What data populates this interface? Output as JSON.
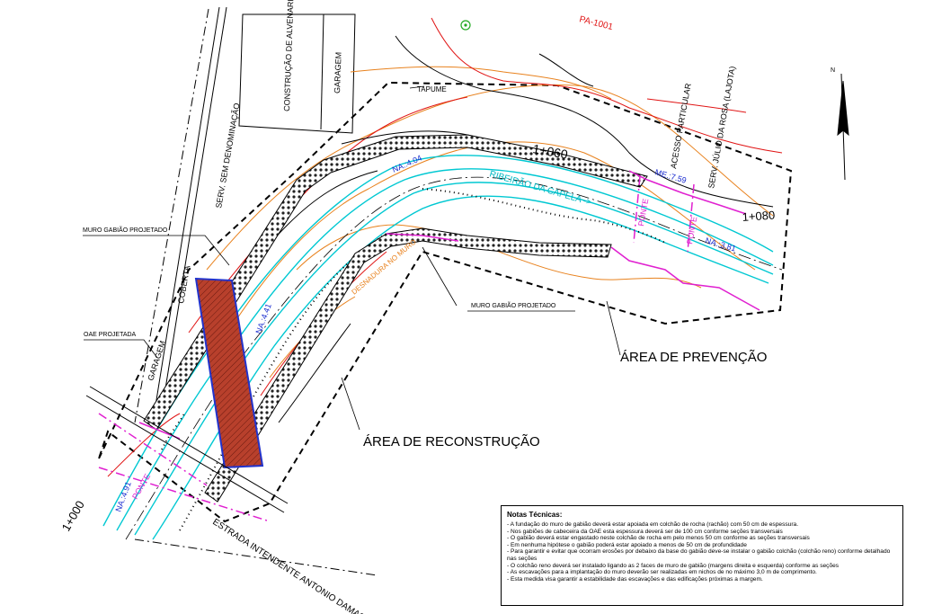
{
  "labels": {
    "construcao": "CONSTRUÇÃO DE ALVENARIA",
    "garagem_top": "GARAGEM",
    "serv_sem_denominacao": "SERV. SEM DENOMINAÇÃO",
    "tapume": "TAPUME",
    "pa_1001": "PA-1001",
    "acesso_particular": "ACESSO PARTICULAR",
    "serv_julio": "SERV. JÚLIO DA ROSA (LAJOTA)",
    "station_1060": "1+060",
    "station_1080": "1+080",
    "station_1000": "1+000",
    "ribeirao": "RIBEIRÃO DA CAPELA ->",
    "na_404": "NA.:4.04",
    "na_381": "NA.:3.81",
    "na_441": "NA.:4.41",
    "na_491": "NA.:4.91",
    "me_759": "ME.:7.59",
    "ponte_a": "PONTE",
    "ponte_b": "PONTE",
    "ponte_c": "PONTE",
    "muro_gabiao_left": "MURO GABIÃO PROJETADO",
    "muro_gabiao_center": "MURO GABIÃO PROJETADO",
    "oae_projetada": "OAE PROJETADA",
    "coberta": "COBERTA",
    "garagem_left": "GARAGEM",
    "desnatura": "DESNADURA NO MURO",
    "area_prevencao": "ÁREA DE PREVENÇÃO",
    "area_reconstrucao": "ÁREA DE RECONSTRUÇÃO",
    "estrada": "ESTRADA INTENDENTE ANTONIO DAMASCO",
    "north": "N"
  },
  "notes": {
    "title": "Notas Técnicas:",
    "items": [
      "- A fundação do muro de gabião deverá estar apoiada em colchão de rocha (rachão) com 50 cm de espessura.",
      "- Nos gabiões de cabeceira da OAE esta espessura deverá ser de 100 cm conforme seções transversais",
      "- O gabião deverá estar engastado neste colchão de rocha em pelo menos 50 cm conforme as seções transversais",
      "- Em nenhuma hipótese o gabião poderá estar apoiado a menos de 50 cm de profundidade",
      "- Para garantir e evitar que ocorram erosões por debaixo da base do gabião deve-se instalar o gabião colchão (colchão reno) conforme detalhado nas seções",
      "- O colchão reno deverá ser instalado ligando as 2 faces de muro de gabião (margens direita e esquerda) conforme as seções",
      "- As escavações para a implantação do muro deverão ser realizadas em nichos de no máximo 3,0 m de comprimento.",
      "- Esta medida visa garantir a estabilidade das escavações e das edificações próximas a margem."
    ]
  },
  "colors": {
    "river": "#00c8d2",
    "contour_orange": "#e8821e",
    "contour_red": "#e01414",
    "gabion": "#1a1a1a",
    "oae_fill": "#b03020",
    "oae_outline": "#2233cc",
    "magenta": "#e020d0",
    "blue_text": "#1a2ccf"
  }
}
